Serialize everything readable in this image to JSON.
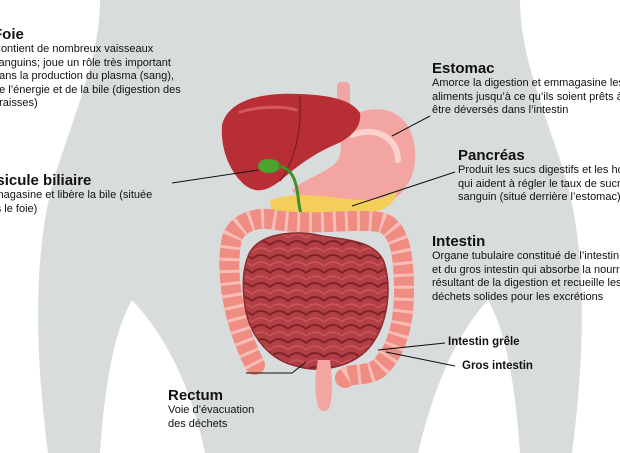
{
  "labels": {
    "foie": {
      "title": "Foie",
      "lines": [
        "Contient de nombreux vaisseaux",
        "sanguins; joue un rôle très important",
        "dans la production du plasma (sang),",
        "de l’énergie et de la bile (digestion des",
        "graisses)"
      ]
    },
    "vesicule": {
      "title": "Vésicule biliaire",
      "lines": [
        "Emmagasine et libère la bile (située",
        "sous le foie)"
      ]
    },
    "estomac": {
      "title": "Estomac",
      "lines": [
        "Amorce la digestion et emmagasine les",
        "aliments jusqu’à ce qu’ils soient prêts à",
        "être déversés dans l’intestin"
      ]
    },
    "pancreas": {
      "title": "Pancréas",
      "lines": [
        "Produit les sucs digestifs et les hormones",
        "qui aident à régler le taux de sucre",
        "sanguin (situé derrière l’estomac)"
      ]
    },
    "intestin": {
      "title": "Intestin",
      "lines": [
        "Organe tubulaire constitué de l’intestin grêle",
        "et du gros intestin qui absorbe la nourriture",
        "résultant de la digestion et recueille les",
        "déchets solides pour les excrétions"
      ]
    },
    "grele": {
      "title": "Intestin grêle"
    },
    "gros": {
      "title": "Gros intestin"
    },
    "rectum": {
      "title": "Rectum",
      "lines": [
        "Voie d’évacuation",
        "des déchets"
      ]
    }
  }
}
